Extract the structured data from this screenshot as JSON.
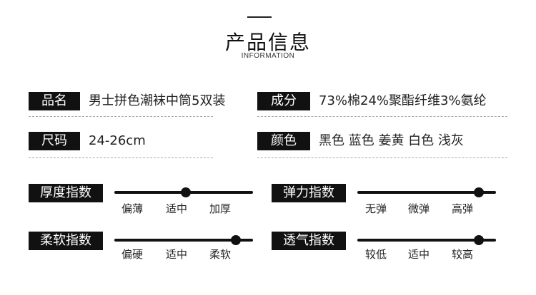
{
  "header": {
    "title": "产品信息",
    "subtitle": "INFORMATION"
  },
  "info": {
    "name_label": "品名",
    "name_value": "男士拼色潮袜中筒5双装",
    "comp_label": "成分",
    "comp_value": "73%棉24%聚酯纤维3%氨纶",
    "size_label": "尺码",
    "size_value": "24-26cm",
    "color_label": "颜色",
    "color_value": "黑色 蓝色 姜黄 白色 浅灰"
  },
  "indices": {
    "thickness": {
      "label": "厚度指数",
      "options": [
        "偏薄",
        "适中",
        "加厚"
      ],
      "selected": "适中",
      "level": 0.5
    },
    "elasticity": {
      "label": "弹力指数",
      "options": [
        "无弹",
        "微弹",
        "高弹"
      ],
      "selected": "高弹",
      "level": 0.85
    },
    "softness": {
      "label": "柔软指数",
      "options": [
        "偏硬",
        "适中",
        "柔软"
      ],
      "selected": "柔软",
      "level": 0.85
    },
    "breathability": {
      "label": "透气指数",
      "options": [
        "较低",
        "适中",
        "较高"
      ],
      "selected": "较高",
      "level": 0.85
    }
  }
}
